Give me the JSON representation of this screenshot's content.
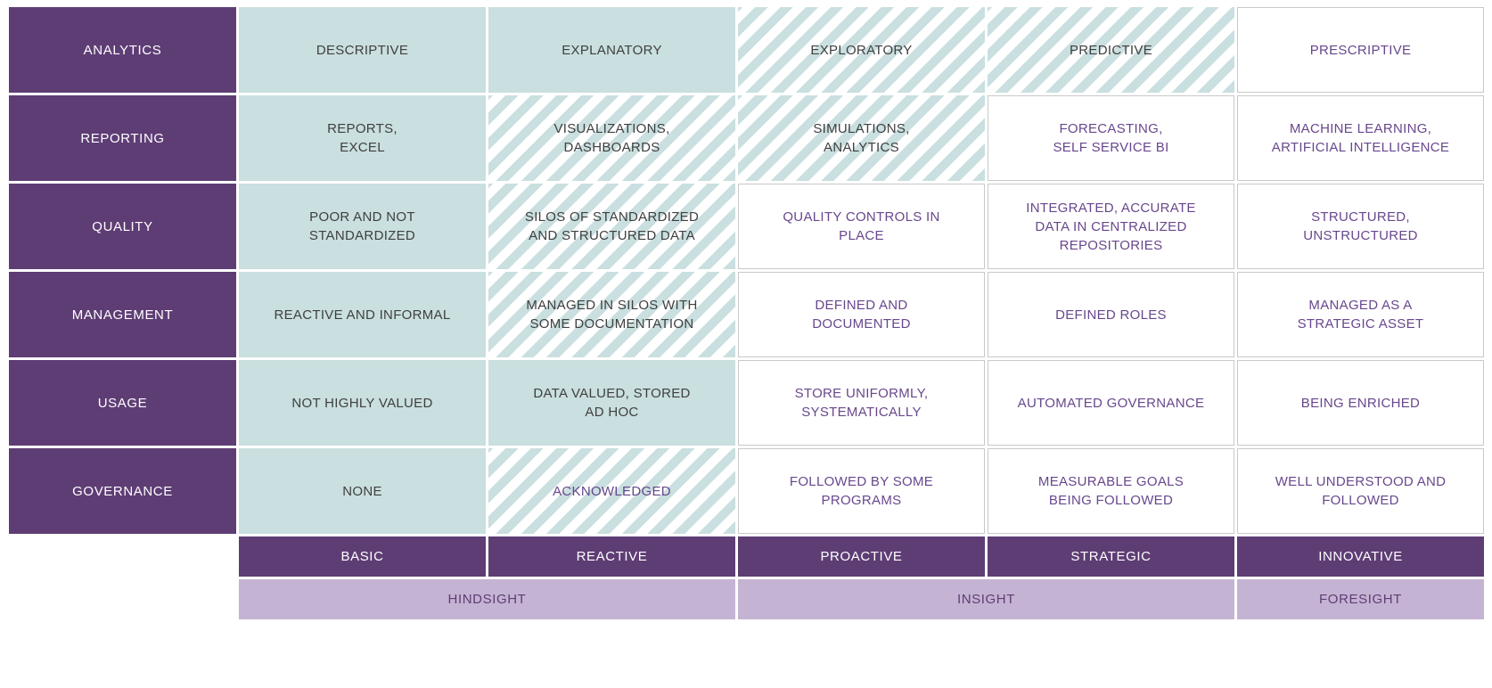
{
  "colors": {
    "purple": "#5e3d75",
    "purple-light": "#c5b3d3",
    "purple-text": "#68478d",
    "teal": "#cadfdf",
    "dark-text": "#3f3f3f",
    "cell-border": "#c9c9c9"
  },
  "rows": [
    {
      "label": "ANALYTICS",
      "cells": [
        {
          "text": "DESCRIPTIVE",
          "style": "solid"
        },
        {
          "text": "EXPLANATORY",
          "style": "solid"
        },
        {
          "text": "EXPLORATORY",
          "style": "striped"
        },
        {
          "text": "PREDICTIVE",
          "style": "striped"
        },
        {
          "text": "PRESCRIPTIVE",
          "style": "plain"
        }
      ]
    },
    {
      "label": "REPORTING",
      "cells": [
        {
          "text": "REPORTS,\nEXCEL",
          "style": "solid"
        },
        {
          "text": "VISUALIZATIONS,\nDASHBOARDS",
          "style": "striped"
        },
        {
          "text": "SIMULATIONS,\nANALYTICS",
          "style": "striped"
        },
        {
          "text": "FORECASTING,\nSELF SERVICE BI",
          "style": "plain"
        },
        {
          "text": "MACHINE LEARNING,\nARTIFICIAL INTELLIGENCE",
          "style": "plain"
        }
      ]
    },
    {
      "label": "QUALITY",
      "cells": [
        {
          "text": "POOR AND NOT\nSTANDARDIZED",
          "style": "solid"
        },
        {
          "text": "SILOS OF STANDARDIZED\nAND STRUCTURED DATA",
          "style": "striped"
        },
        {
          "text": "QUALITY CONTROLS IN\nPLACE",
          "style": "plain"
        },
        {
          "text": "INTEGRATED, ACCURATE\nDATA IN CENTRALIZED\nREPOSITORIES",
          "style": "plain"
        },
        {
          "text": "STRUCTURED,\nUNSTRUCTURED",
          "style": "plain"
        }
      ]
    },
    {
      "label": "MANAGEMENT",
      "cells": [
        {
          "text": "REACTIVE AND INFORMAL",
          "style": "solid"
        },
        {
          "text": "MANAGED IN SILOS WITH\nSOME DOCUMENTATION",
          "style": "striped"
        },
        {
          "text": "DEFINED AND\nDOCUMENTED",
          "style": "plain"
        },
        {
          "text": "DEFINED ROLES",
          "style": "plain"
        },
        {
          "text": "MANAGED AS A\nSTRATEGIC ASSET",
          "style": "plain"
        }
      ]
    },
    {
      "label": "USAGE",
      "cells": [
        {
          "text": "NOT HIGHLY VALUED",
          "style": "solid"
        },
        {
          "text": "DATA VALUED, STORED\nAD HOC",
          "style": "solid"
        },
        {
          "text": "STORE UNIFORMLY,\nSYSTEMATICALLY",
          "style": "plain"
        },
        {
          "text": "AUTOMATED GOVERNANCE",
          "style": "plain"
        },
        {
          "text": "BEING ENRICHED",
          "style": "plain"
        }
      ]
    },
    {
      "label": "GOVERNANCE",
      "cells": [
        {
          "text": "NONE",
          "style": "solid"
        },
        {
          "text": "ACKNOWLEDGED",
          "style": "striped-purple"
        },
        {
          "text": "FOLLOWED BY SOME\nPROGRAMS",
          "style": "plain"
        },
        {
          "text": "MEASURABLE GOALS\nBEING FOLLOWED",
          "style": "plain"
        },
        {
          "text": "WELL UNDERSTOOD AND\nFOLLOWED",
          "style": "plain"
        }
      ]
    }
  ],
  "stages": [
    "BASIC",
    "REACTIVE",
    "PROACTIVE",
    "STRATEGIC",
    "INNOVATIVE"
  ],
  "horizons": [
    {
      "label": "HINDSIGHT",
      "span": 2
    },
    {
      "label": "INSIGHT",
      "span": 2
    },
    {
      "label": "FORESIGHT",
      "span": 1
    }
  ]
}
